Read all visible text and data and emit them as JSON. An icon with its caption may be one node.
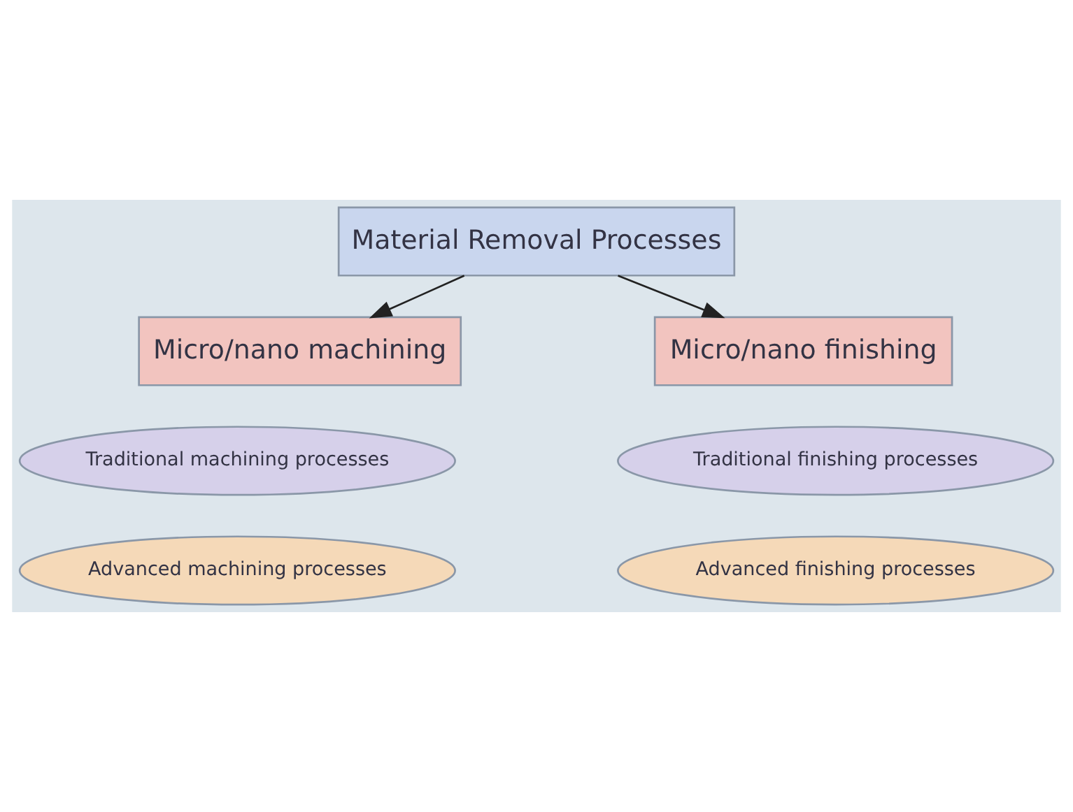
{
  "diagram": {
    "nodes": [
      {
        "text": [
          "Material Removal Processes"
        ]
      },
      {
        "text": [
          "Micro/nano machining"
        ]
      },
      {
        "text": [
          "Micro/nano finishing"
        ]
      },
      {
        "text": [
          "Traditional machining processes"
        ]
      },
      {
        "text": [
          "Advanced machining processes"
        ]
      },
      {
        "text": [
          "Traditional finishing processes"
        ]
      },
      {
        "text": [
          "Advanced finishing processes"
        ]
      }
    ],
    "edges": [
      {
        "from": 0,
        "to": 1,
        "arrow": "to"
      },
      {
        "from": 0,
        "to": 2,
        "arrow": "to"
      }
    ]
  }
}
